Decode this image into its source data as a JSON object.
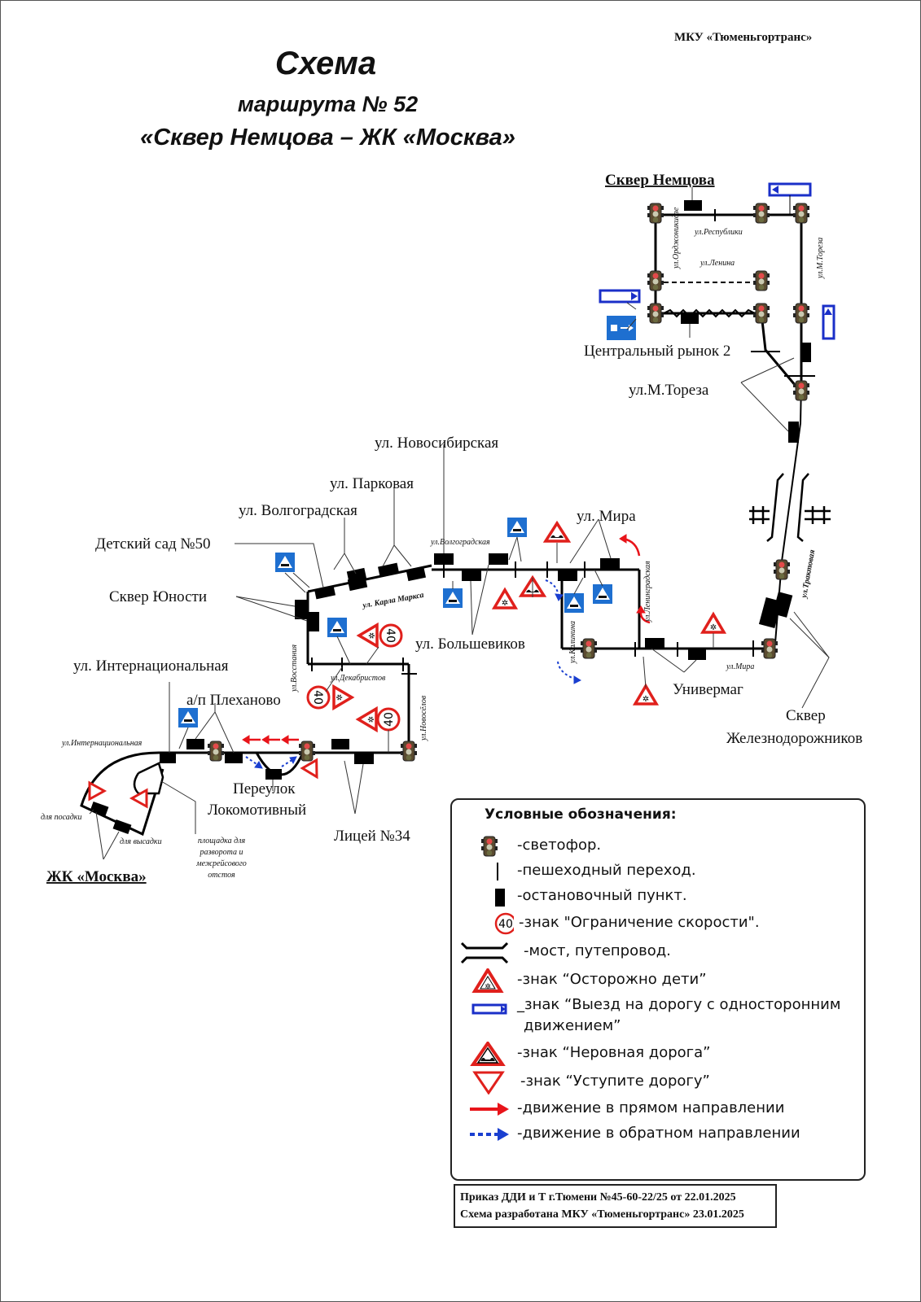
{
  "header": {
    "organization": "МКУ «Тюменьгортранс»",
    "title": "Схема",
    "route_line": "маршрута № 52",
    "route_name": "«Сквер Немцова – ЖК «Москва»"
  },
  "terminals": {
    "start": "Сквер Немцова",
    "end": "ЖК «Москва»"
  },
  "stop_labels": {
    "central_market": "Центральный рынок 2",
    "m_toreza": "ул.М.Тореза",
    "novosibirskaya": "ул. Новосибирская",
    "parkovaya": "ул. Парковая",
    "volgogradskaya": "ул. Волгоградская",
    "kindergarten": "Детский сад №50",
    "skver_yunosti": "Сквер Юности",
    "internatsionalnaya": "ул. Интернациональная",
    "plekhanovo": "а/п Плеханово",
    "pereulok_1": "Переулок",
    "pereulok_2": "Локомотивный",
    "litsey": "Лицей №34",
    "mira": "ул. Мира",
    "bolshevikov": "ул. Большевиков",
    "univermag": "Универмаг",
    "skver_zhd_1": "Сквер",
    "skver_zhd_2": "Железнодорожников"
  },
  "street_labels": {
    "respubliki": "ул.Республики",
    "ordzhonikidze": "ул.Орджоникидзе",
    "lenina": "ул.Ленина",
    "m_toreza": "ул.М.Тореза",
    "traktovaya": "ул.Трактовая",
    "karla_marksa": "ул. Карла Маркса",
    "volgogradskaya": "ул.Волгоградская",
    "leningradskaya": "ул.Ленинградская",
    "kalinina": "ул.Калинина",
    "mira": "ул.Мира",
    "vosstaniya": "ул.Восстания",
    "dekabristov": "ул.Декабристов",
    "novosyolov": "ул.Новосёлов",
    "internatsionalnaya": "ул.Интернациональная"
  },
  "notes": {
    "boarding": "для посадки",
    "alighting": "для высадки",
    "turnaround_1": "площадка для",
    "turnaround_2": "разворота и",
    "turnaround_3": "межрейсового",
    "turnaround_4": "отстоя"
  },
  "speed_limit": "40",
  "legend": {
    "title": "Условные обозначения:",
    "items": [
      {
        "icon": "traffic-light-icon",
        "label": "-светофор."
      },
      {
        "icon": "crosswalk-icon",
        "label": "-пешеходный переход."
      },
      {
        "icon": "bus-stop-icon",
        "label": "-остановочный пункт."
      },
      {
        "icon": "speed-limit-icon",
        "label": "-знак \"Ограничение скорости\"."
      },
      {
        "icon": "bridge-icon",
        "label": "-мост, путепровод."
      },
      {
        "icon": "children-sign-icon",
        "label": "-знак “Осторожно дети”"
      },
      {
        "icon": "one-way-exit-icon",
        "label": "_знак “Выезд на дорогу с односторонним",
        "label2": "движением”"
      },
      {
        "icon": "rough-road-icon",
        "label": "-знак “Неровная дорога”"
      },
      {
        "icon": "yield-icon",
        "label": "-знак “Уступите дорогу”"
      },
      {
        "icon": "forward-arrow-icon",
        "label": "-движение в прямом направлении"
      },
      {
        "icon": "reverse-arrow-icon",
        "label": "-движение в обратном направлении"
      }
    ]
  },
  "footer": {
    "order_line": "Приказ ДДИ и Т г.Тюмени №45-60-22/25 от 22.01.2025",
    "developed_line": "Схема разработана МКУ «Тюменьгортранс» 23.01.2025"
  },
  "colors": {
    "route": "#000000",
    "sign_red": "#e0201c",
    "sign_blue": "#1e6fd0",
    "one_way_blue": "#1a2fc8",
    "forward_arrow": "#e8141a",
    "reverse_arrow": "#1a3fd0"
  }
}
